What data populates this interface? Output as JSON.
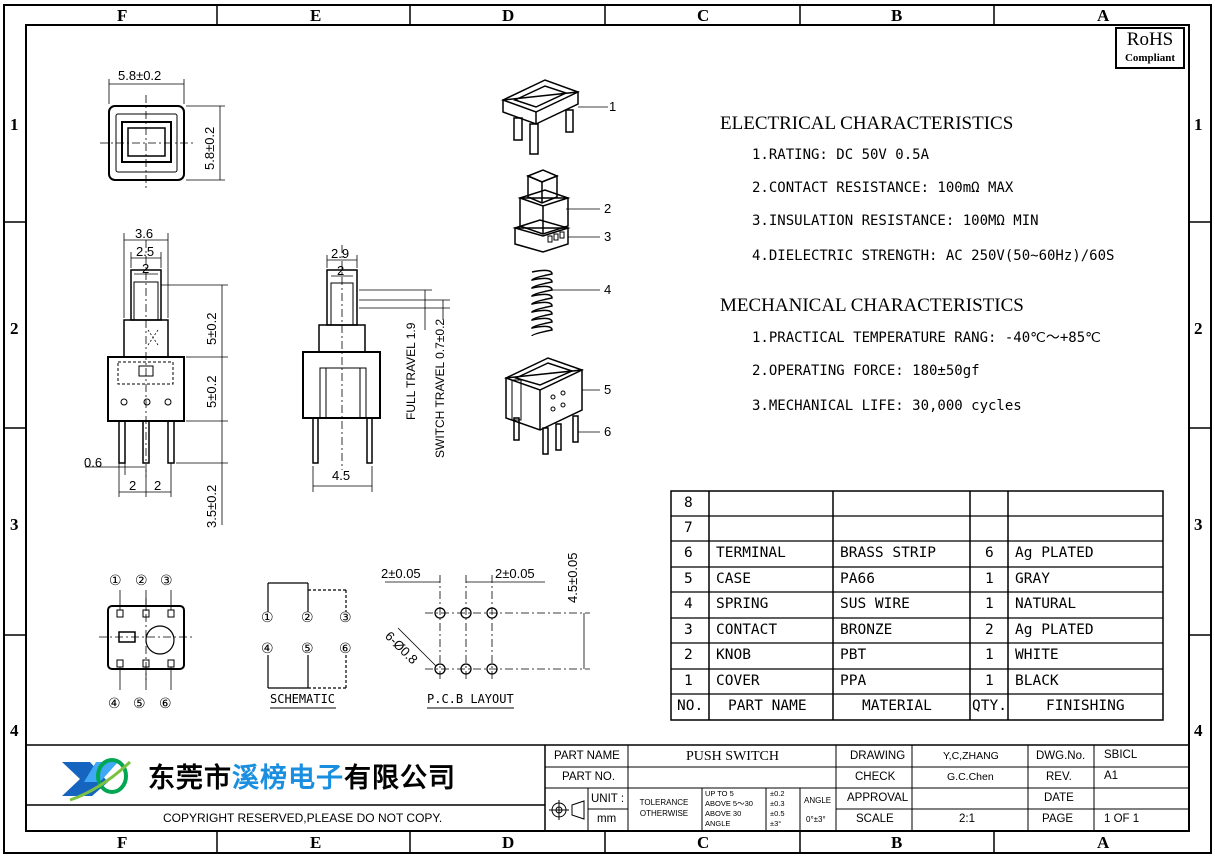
{
  "zones": {
    "columns": [
      "F",
      "E",
      "D",
      "C",
      "B",
      "A"
    ],
    "rows": [
      "1",
      "2",
      "3",
      "4"
    ]
  },
  "rohs": {
    "line1": "RoHS",
    "line2": "Compliant"
  },
  "electrical": {
    "title": "ELECTRICAL CHARACTERISTICS",
    "items": [
      "1.RATING: DC 50V 0.5A",
      "2.CONTACT RESISTANCE: 100mΩ MAX",
      "3.INSULATION RESISTANCE: 100MΩ MIN",
      "4.DIELECTRIC STRENGTH: AC 250V(50~60Hz)/60S"
    ]
  },
  "mechanical": {
    "title": "MECHANICAL CHARACTERISTICS",
    "items": [
      "1.PRACTICAL TEMPERATURE RANG: -40℃～+85℃",
      "2.OPERATING FORCE: 180±50gf",
      "3.MECHANICAL LIFE: 30,000 cycles"
    ]
  },
  "bom": {
    "headers": [
      "NO.",
      "PART NAME",
      "MATERIAL",
      "QTY.",
      "FINISHING"
    ],
    "rows": [
      [
        "8",
        "",
        "",
        "",
        ""
      ],
      [
        "7",
        "",
        "",
        "",
        ""
      ],
      [
        "6",
        "TERMINAL",
        "BRASS STRIP",
        "6",
        "Ag PLATED"
      ],
      [
        "5",
        "CASE",
        "PA66",
        "1",
        "GRAY"
      ],
      [
        "4",
        "SPRING",
        "SUS WIRE",
        "1",
        "NATURAL"
      ],
      [
        "3",
        "CONTACT",
        "BRONZE",
        "2",
        "Ag PLATED"
      ],
      [
        "2",
        "KNOB",
        "PBT",
        "1",
        "WHITE"
      ],
      [
        "1",
        "COVER",
        "PPA",
        "1",
        "BLACK"
      ]
    ]
  },
  "exploded_labels": [
    "1",
    "2",
    "3",
    "4",
    "5",
    "6"
  ],
  "dims": {
    "top_w": "5.8±0.2",
    "top_h": "5.8±0.2",
    "front_36": "3.6",
    "front_25": "2.5",
    "front_2": "2",
    "front_h1": "5±0.2",
    "front_h2": "5±0.2",
    "front_h3": "3.5±0.2",
    "front_06": "0.6",
    "front_pitch1": "2",
    "front_pitch2": "2",
    "side_29": "2.9",
    "side_2": "2",
    "full_travel": "FULL TRAVEL 1.9",
    "switch_travel": "SWITCH TRAVEL 0.7±0.2",
    "side_45": "4.5",
    "pcb_pitch1": "2±0.05",
    "pcb_pitch2": "2±0.05",
    "pcb_h": "4.5±0.05",
    "pcb_holes": "6-Ø0.8"
  },
  "pins": [
    "①",
    "②",
    "③",
    "④",
    "⑤",
    "⑥"
  ],
  "schematic_label": "SCHEMATIC",
  "pcb_label": "P.C.B LAYOUT",
  "company": {
    "part1": "东莞市",
    "part2": "溪榜电子",
    "part3": "有限公司"
  },
  "copyright": "COPYRIGHT RESERVED,PLEASE DO NOT COPY.",
  "title_block": {
    "part_name_label": "PART NAME",
    "part_name": "PUSH SWITCH",
    "part_no_label": "PART NO.",
    "unit_label": "UNIT :",
    "unit": "mm",
    "tolerance_label": "TOLERANCE OTHERWISE",
    "tol": [
      {
        "range": "UP TO 5",
        "val": "±0.2"
      },
      {
        "range": "ABOVE 5～30",
        "val": "±0.3"
      },
      {
        "range": "ABOVE 30",
        "val": "±0.5"
      },
      {
        "range": "ANGLE",
        "val": "±3°"
      }
    ],
    "angle_label": "ANGLE",
    "angle_val": "0°±3°",
    "drawing_label": "DRAWING",
    "drawing": "Y,C,ZHANG",
    "check_label": "CHECK",
    "check": "G.C.Chen",
    "approval_label": "APPROVAL",
    "scale_label": "SCALE",
    "scale": "2:1",
    "dwg_label": "DWG.No.",
    "dwg": "SBICL",
    "rev_label": "REV.",
    "rev": "A1",
    "date_label": "DATE",
    "page_label": "PAGE",
    "page": "1 OF 1"
  }
}
